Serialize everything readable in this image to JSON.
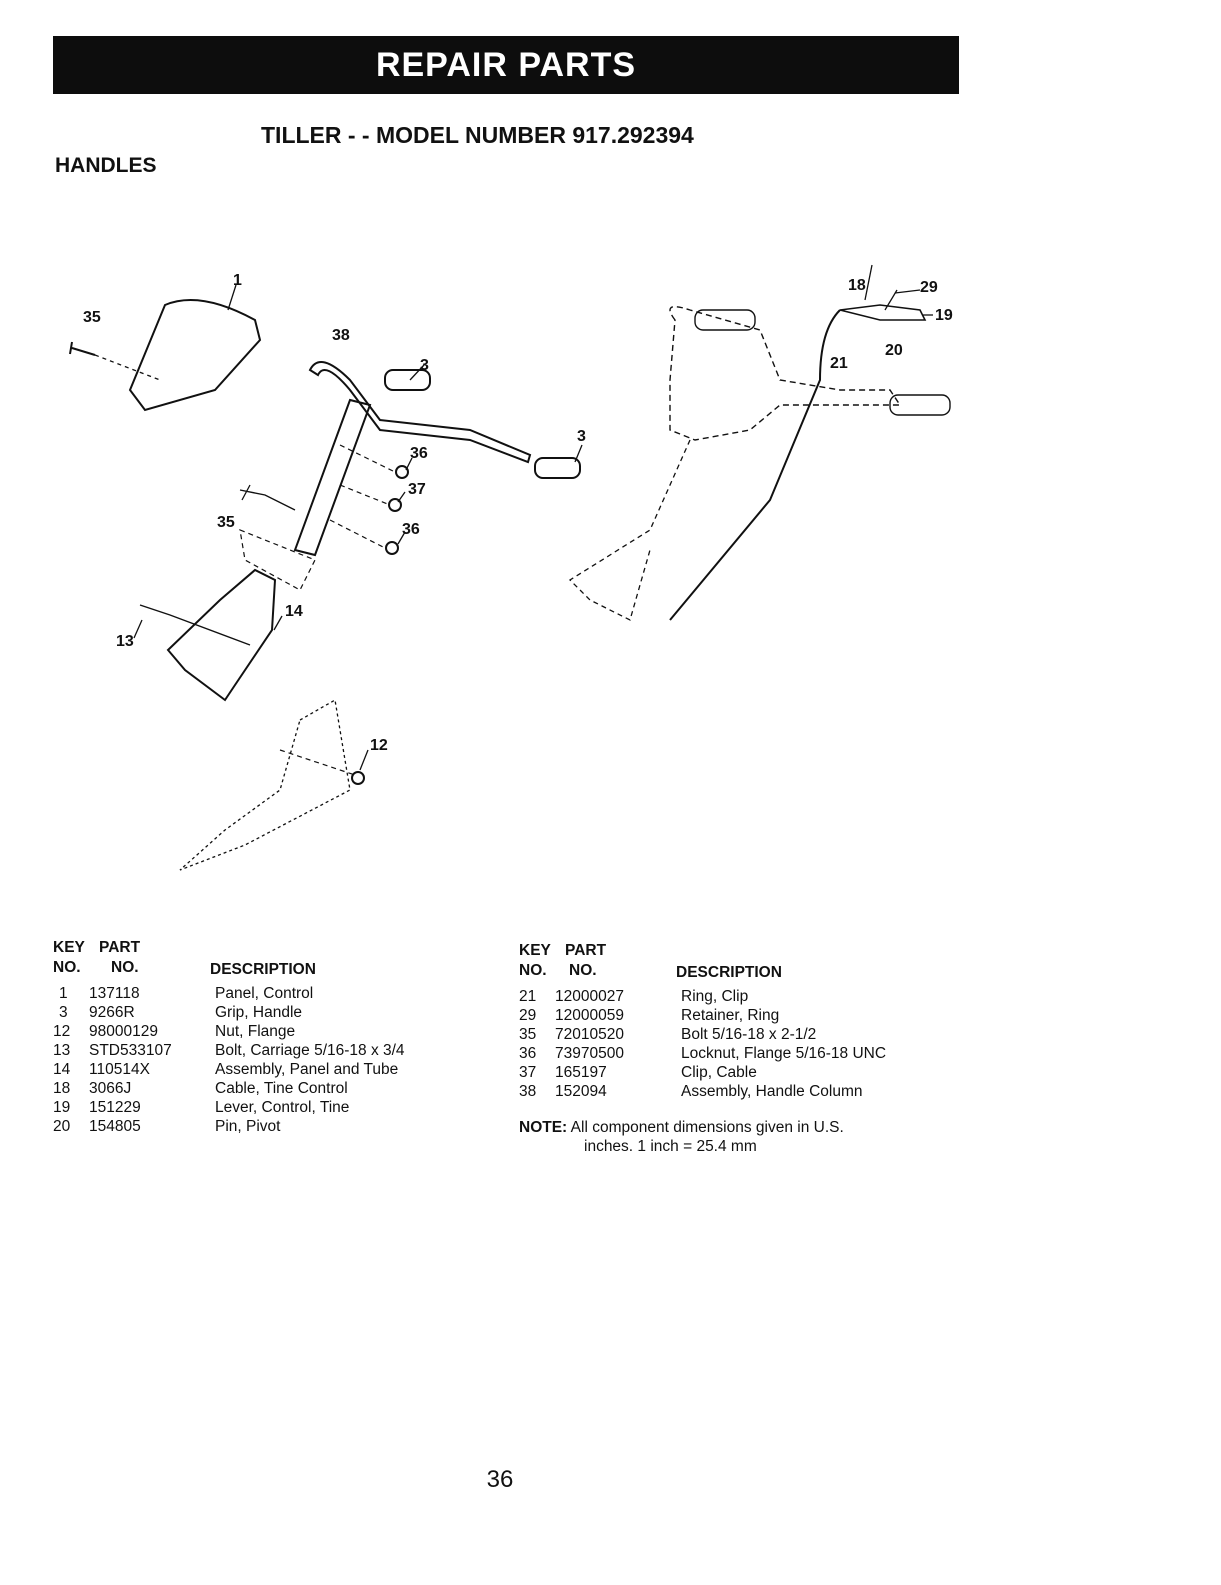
{
  "header": {
    "banner": "REPAIR PARTS"
  },
  "model_title": "TILLER - - MODEL NUMBER 917.292394",
  "section_title": "HANDLES",
  "diagram_callouts": [
    "1",
    "35",
    "38",
    "3",
    "3",
    "36",
    "37",
    "36",
    "35",
    "14",
    "13",
    "12",
    "18",
    "29",
    "19",
    "20",
    "21"
  ],
  "table_headers": {
    "key": "KEY",
    "no": "NO.",
    "part": "PART",
    "part_no": "NO.",
    "description": "DESCRIPTION"
  },
  "parts_left": [
    {
      "key": "1",
      "part": "137118",
      "desc": "Panel, Control"
    },
    {
      "key": "3",
      "part": "9266R",
      "desc": "Grip, Handle"
    },
    {
      "key": "12",
      "part": "98000129",
      "desc": "Nut, Flange"
    },
    {
      "key": "13",
      "part": "STD533107",
      "desc": "Bolt, Carriage 5/16-18 x 3/4"
    },
    {
      "key": "14",
      "part": "110514X",
      "desc": "Assembly, Panel and Tube"
    },
    {
      "key": "18",
      "part": "3066J",
      "desc": "Cable, Tine Control"
    },
    {
      "key": "19",
      "part": "151229",
      "desc": "Lever, Control, Tine"
    },
    {
      "key": "20",
      "part": "154805",
      "desc": "Pin, Pivot"
    }
  ],
  "parts_right": [
    {
      "key": "21",
      "part": "12000027",
      "desc": "Ring, Clip"
    },
    {
      "key": "29",
      "part": "12000059",
      "desc": "Retainer, Ring"
    },
    {
      "key": "35",
      "part": "72010520",
      "desc": "Bolt 5/16-18 x 2-1/2"
    },
    {
      "key": "36",
      "part": "73970500",
      "desc": "Locknut, Flange 5/16-18 UNC"
    },
    {
      "key": "37",
      "part": "165197",
      "desc": "Clip, Cable"
    },
    {
      "key": "38",
      "part": "152094",
      "desc": "Assembly, Handle Column"
    }
  ],
  "note": {
    "label": "NOTE:",
    "line1": "All component dimensions given in U.S.",
    "line2": "inches. 1 inch = 25.4 mm"
  },
  "page_number": "36"
}
